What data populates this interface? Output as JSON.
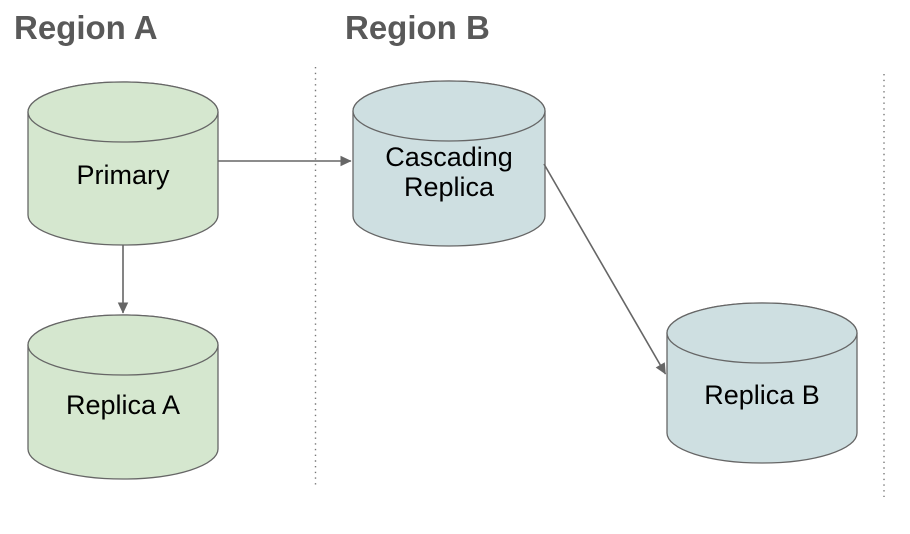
{
  "diagram": {
    "type": "database-replication-architecture",
    "regions": [
      {
        "label": "Region A",
        "nodes": [
          "Primary",
          "Replica A"
        ]
      },
      {
        "label": "Region B",
        "nodes": [
          "Cascading Replica",
          "Replica B"
        ]
      }
    ],
    "nodes": {
      "primary": {
        "label": "Primary",
        "shape": "cylinder",
        "fill": "#d5e7cf"
      },
      "replica_a": {
        "label": "Replica A",
        "shape": "cylinder",
        "fill": "#d5e7cf"
      },
      "cascading_replica": {
        "label_lines": [
          "Cascading",
          "Replica"
        ],
        "shape": "cylinder",
        "fill": "#cedfe1"
      },
      "replica_b": {
        "label": "Replica B",
        "shape": "cylinder",
        "fill": "#cedfe1"
      }
    },
    "edges": [
      {
        "from": "Primary",
        "to": "Cascading Replica"
      },
      {
        "from": "Primary",
        "to": "Replica A"
      },
      {
        "from": "Cascading Replica",
        "to": "Replica B"
      }
    ],
    "colors": {
      "region_label": "#595959",
      "node_label": "#000000",
      "node_stroke": "#666666",
      "green_fill": "#d5e7cf",
      "blue_fill": "#cedfe1",
      "arrow": "#666666",
      "divider": "#777777",
      "background": "#ffffff"
    }
  }
}
